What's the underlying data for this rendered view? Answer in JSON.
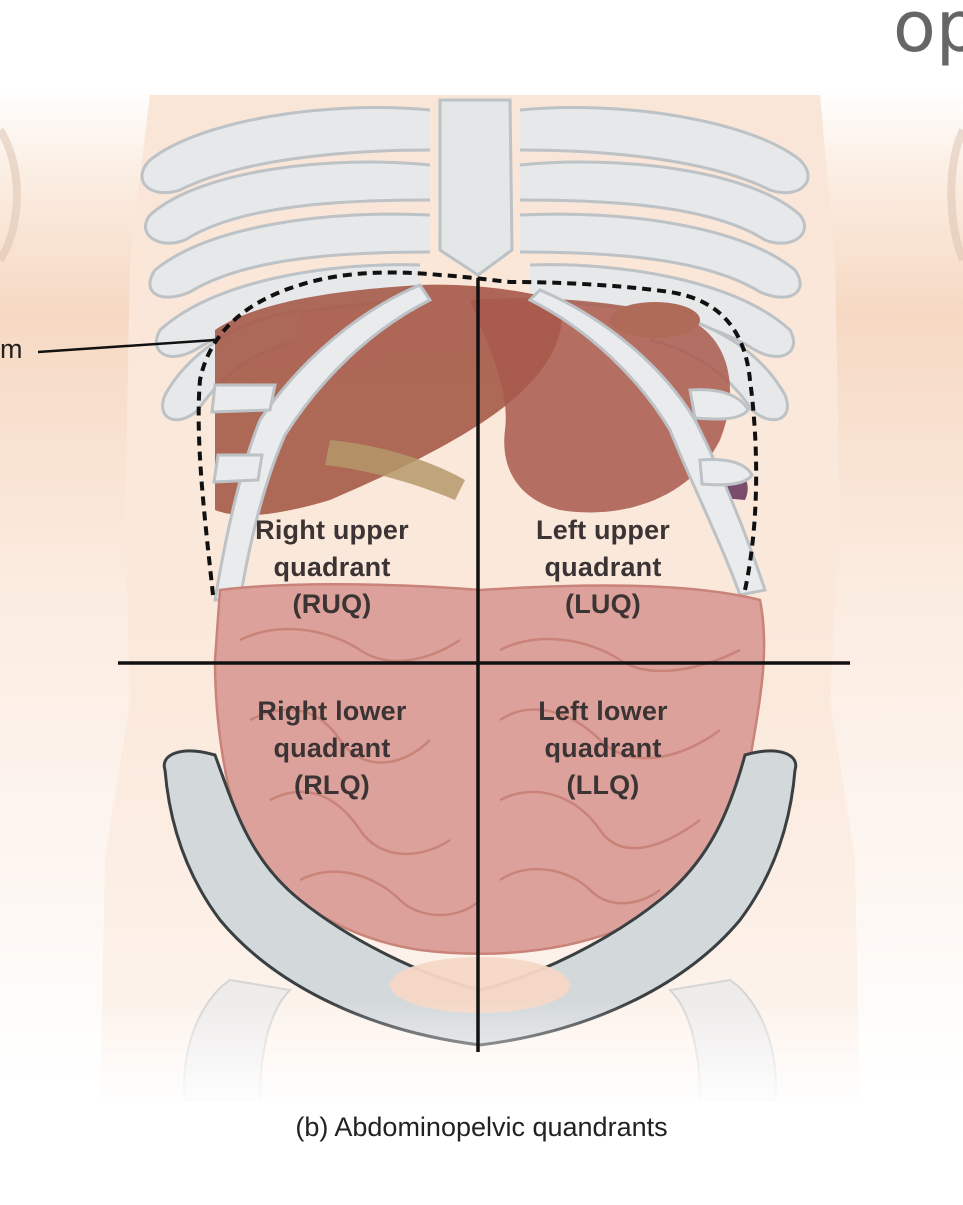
{
  "top_fragment": "op",
  "left_label_fragment": "m",
  "quadrants": {
    "ruq": {
      "line1": "Right upper",
      "line2": "quadrant",
      "abbr": "(RUQ)"
    },
    "luq": {
      "line1": "Left upper",
      "line2": "quadrant",
      "abbr": "(LUQ)"
    },
    "rlq": {
      "line1": "Right lower",
      "line2": "quadrant",
      "abbr": "(RLQ)"
    },
    "llq": {
      "line1": "Left lower",
      "line2": "quadrant",
      "abbr": "(LLQ)"
    }
  },
  "caption": "(b) Abdominopelvic quandrants",
  "colors": {
    "skin": "#f7dcc8",
    "bone": "#e2e5e6",
    "bone_outline": "#b9c0c4",
    "liver": "#a45a4a",
    "intestine": "#d89a92",
    "pelvis_fill": "#d0d5d9",
    "line": "#111111"
  }
}
